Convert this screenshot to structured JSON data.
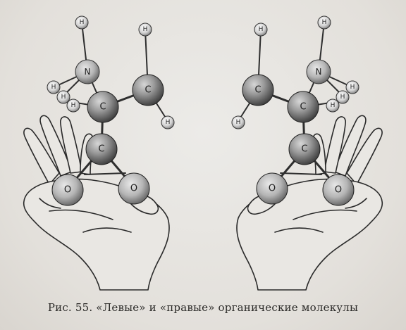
{
  "caption": "Рис. 55. «Левые» и «правые» органические молекулы",
  "atom_labels": {
    "hydrogen": "H",
    "nitrogen": "N",
    "carbon": "C",
    "oxygen": "O"
  },
  "colors": {
    "background": "#e6e3de",
    "ink": "#2a2a2a",
    "atom_dark": "#6b6b6b",
    "atom_light": "#cfcfcf"
  }
}
